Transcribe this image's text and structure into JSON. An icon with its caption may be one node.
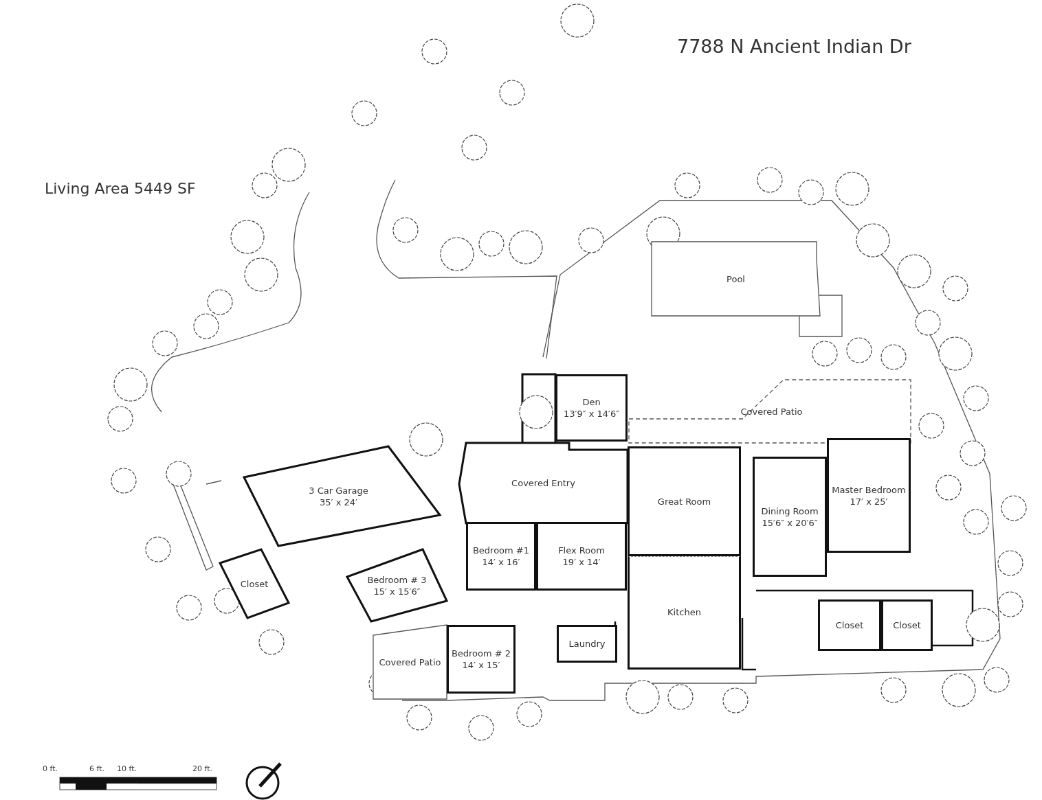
{
  "diagram": {
    "title": "7788 N Ancient Indian Dr",
    "nodes": [
      {
        "text": [
          "Pool"
        ]
      },
      {
        "text": [
          "Den",
          "13′9″ x 14′6″"
        ]
      },
      {
        "text": [
          "Covered Patio"
        ]
      },
      {
        "text": [
          "Covered Entry"
        ]
      },
      {
        "text": [
          "Great Room"
        ]
      },
      {
        "text": [
          "Master Bedroom",
          "17′ x 25′"
        ]
      },
      {
        "text": [
          "Dining Room",
          "15′6″ x 20′6″"
        ]
      },
      {
        "text": [
          "3 Car Garage",
          "35′ x 24′"
        ]
      },
      {
        "text": [
          "Bedroom #1",
          "14′ x 16′"
        ]
      },
      {
        "text": [
          "Flex Room",
          "19′ x 14′"
        ]
      },
      {
        "text": [
          "Closet"
        ]
      },
      {
        "text": [
          "Bedroom # 3",
          "15′ x 15′6″"
        ]
      },
      {
        "text": [
          "Kitchen"
        ]
      },
      {
        "text": [
          "Closet"
        ]
      },
      {
        "text": [
          "Closet"
        ]
      },
      {
        "text": [
          "Laundry"
        ]
      },
      {
        "text": [
          "Covered Patio"
        ]
      },
      {
        "text": [
          "Bedroom # 2",
          "14′ x 15′"
        ]
      }
    ],
    "edges": [],
    "labels": [
      "Living Area 5449 SF",
      "0 ft.",
      "6 ft.",
      "10 ft.",
      "20 ft."
    ]
  }
}
